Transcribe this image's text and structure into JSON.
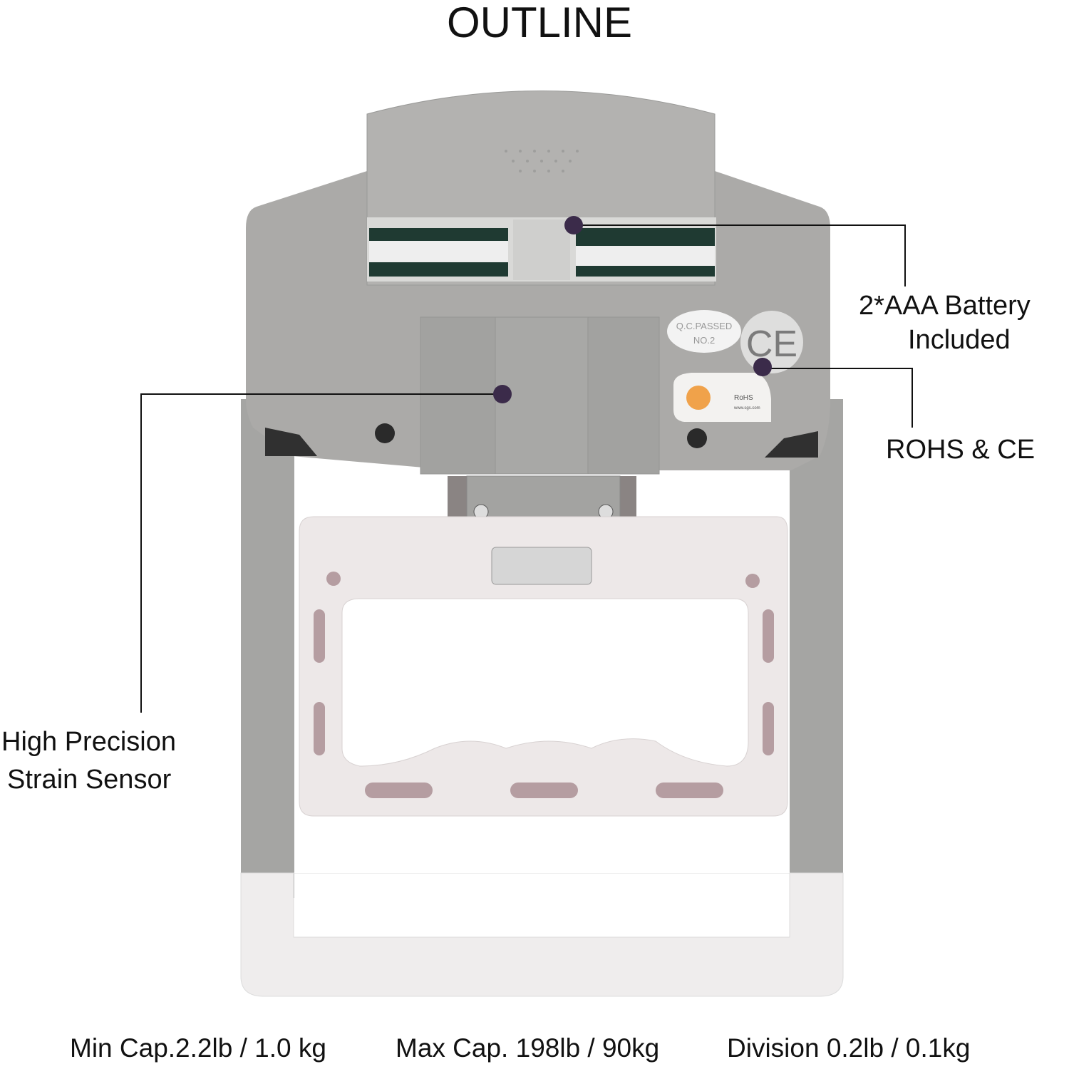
{
  "title": "OUTLINE",
  "callouts": {
    "battery": {
      "line1": "2*AAA  Battery",
      "line2": "Included"
    },
    "certification": {
      "label": "ROHS & CE"
    },
    "sensor": {
      "line1": "High Precision",
      "line2": "Strain Sensor"
    }
  },
  "stickers": {
    "qc_line1": "Q.C.PASSED",
    "qc_line2": "NO.2",
    "ce_mark": "CE",
    "rohs": "RoHS",
    "rohs_url": "www.sgs.com"
  },
  "specs": [
    {
      "text": "Min Cap.2.2lb / 1.0 kg"
    },
    {
      "text": "Max Cap. 198lb / 90kg"
    },
    {
      "text": "Division 0.2lb / 0.1kg"
    }
  ],
  "colors": {
    "body": "#a9a9a7",
    "handle": "#efeded",
    "dot": "#3b2b4a"
  }
}
